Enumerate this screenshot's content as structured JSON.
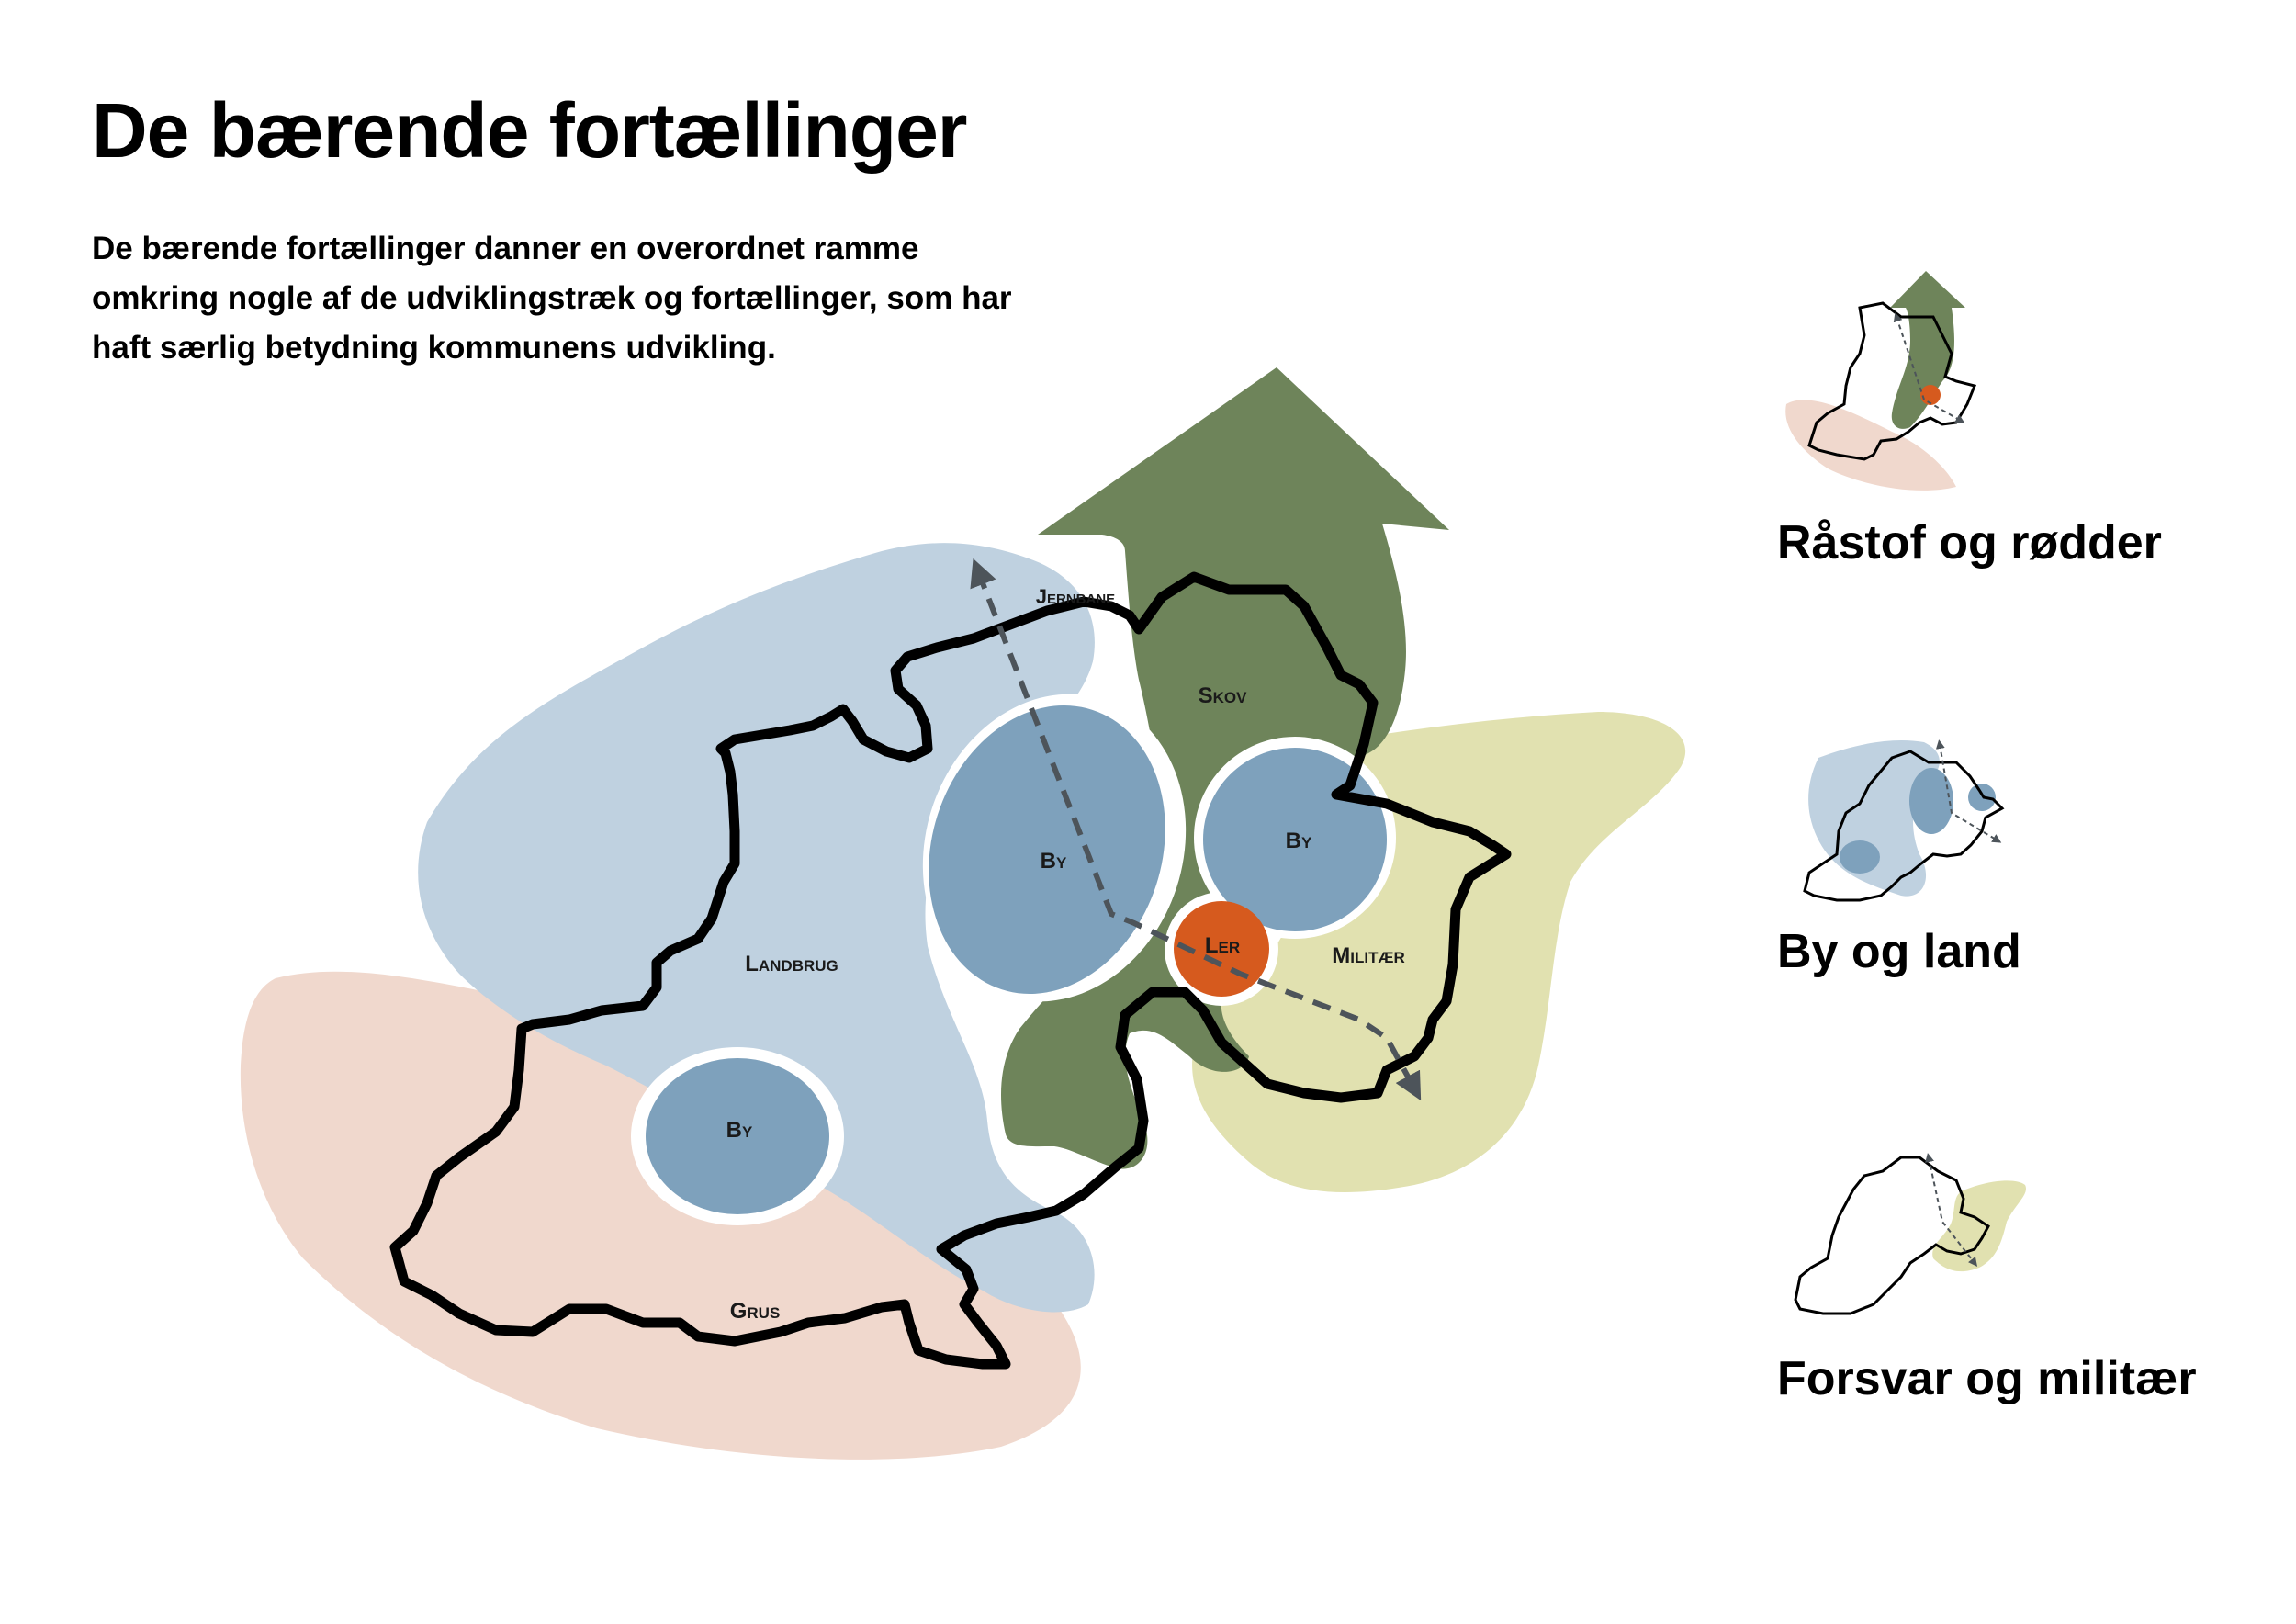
{
  "title": "De bærende fortællinger",
  "intro": "De bærende fortællinger danner en overordnet ramme omkring nogle af de udviklingstræk og fortællinger, som har haft særlig betydning kommunens udvikling.",
  "map": {
    "labels": {
      "jernbane": "Jernbane",
      "skov": "Skov",
      "by_center": "By",
      "by_east": "By",
      "by_west": "By",
      "ler": "Ler",
      "militaer": "Militær",
      "landbrug": "Landbrug",
      "grus": "Grus"
    },
    "colors": {
      "landbrug": "#bfd1e0",
      "grus": "#f0d8cd",
      "skov": "#6e845a",
      "militaer": "#e1e1b0",
      "by": "#7ea1bc",
      "ler": "#d65a1e",
      "outline": "#000000",
      "route": "#4d545a"
    }
  },
  "legend": {
    "items": [
      {
        "label": "Råstof og rødder"
      },
      {
        "label": "By og land"
      },
      {
        "label": "Forsvar og militær"
      }
    ]
  }
}
